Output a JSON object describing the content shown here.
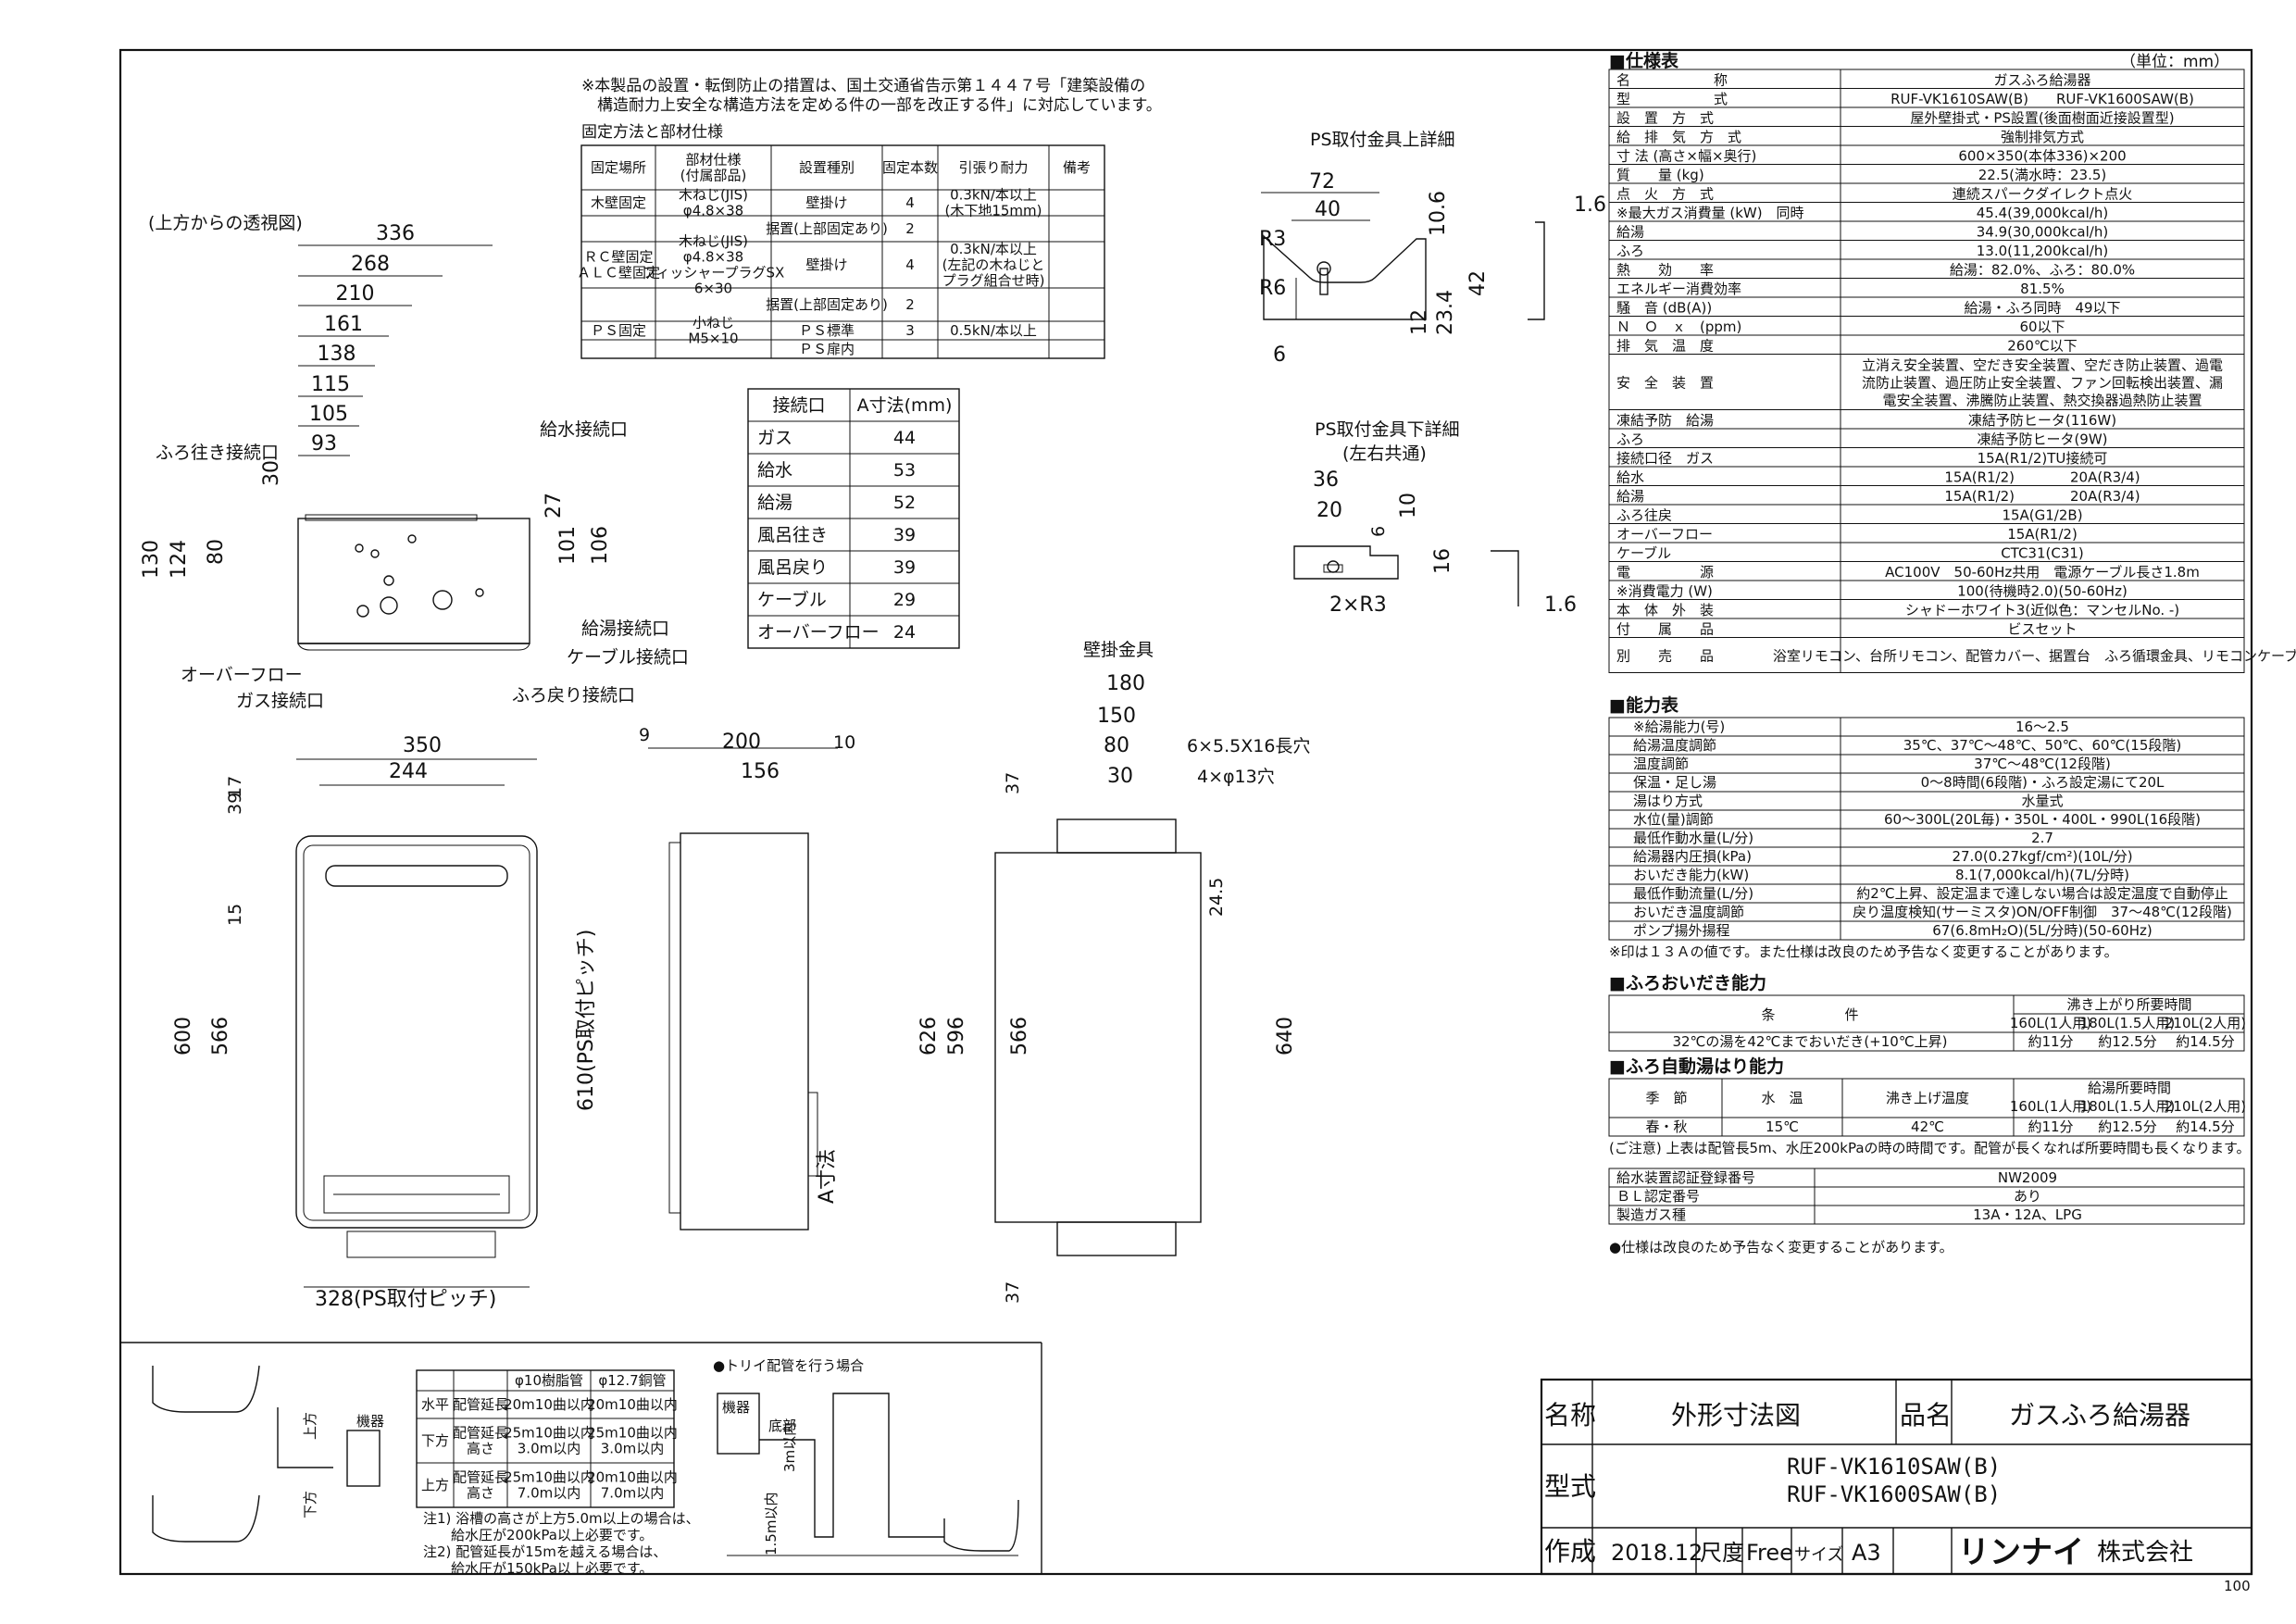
{
  "notice": {
    "line1": "※本製品の設置・転倒防止の措置は、国土交通省告示第１４４７号「建築設備の",
    "line2": "構造耐力上安全な構造方法を定める件の一部を改正する件」に対応しています。"
  },
  "fixing": {
    "title": "固定方法と部材仕様",
    "headers": [
      "固定場所",
      "部材仕様\n(付属部品)",
      "設置種別",
      "固定本数",
      "引張り耐力",
      "備考"
    ],
    "rows": [
      [
        "木壁固定",
        "木ねじ(JIS)\nφ4.8×38",
        "壁掛け",
        "4",
        "0.3kN/本以上\n(木下地15mm)",
        ""
      ],
      [
        "",
        "",
        "据置(上部固定あり)",
        "2",
        "",
        ""
      ],
      [
        "ＲＣ壁固定\nＡＬＣ壁固定",
        "木ねじ(JIS)\nφ4.8×38\nフィッシャープラグSX\n6×30",
        "壁掛け",
        "4",
        "0.3kN/本以上\n(左記の木ねじと\nプラグ組合せ時)",
        ""
      ],
      [
        "",
        "",
        "据置(上部固定あり)",
        "2",
        "",
        ""
      ],
      [
        "ＰＳ固定",
        "小ねじ\nM5×10",
        "ＰＳ標準",
        "3",
        "0.5kN/本以上",
        ""
      ],
      [
        "",
        "",
        "ＰＳ扉内",
        "",
        "",
        ""
      ]
    ]
  },
  "aTable": {
    "headers": [
      "接続口",
      "A寸法(mm)"
    ],
    "rows": [
      [
        "ガス",
        "44"
      ],
      [
        "給水",
        "53"
      ],
      [
        "給湯",
        "52"
      ],
      [
        "風呂往き",
        "39"
      ],
      [
        "風呂戻り",
        "39"
      ],
      [
        "ケーブル",
        "29"
      ],
      [
        "オーバーフロー",
        "24"
      ]
    ]
  },
  "topView": {
    "caption": "(上方からの透視図)",
    "dims": [
      "336",
      "268",
      "210",
      "161",
      "138",
      "115",
      "105",
      "93",
      "30",
      "27",
      "130",
      "124",
      "80",
      "101",
      "106"
    ],
    "labels": [
      "ふろ往き接続口",
      "給水接続口",
      "給湯接続口",
      "ケーブル接続口",
      "オーバーフロー",
      "ふろ戻り接続口",
      "ガス接続口"
    ]
  },
  "psTop": {
    "title": "PS取付金具上詳細",
    "dims": [
      "72",
      "40",
      "R3",
      "R6",
      "6",
      "10.6",
      "12",
      "23.4",
      "42",
      "1.6"
    ]
  },
  "psBottom": {
    "title": "PS取付金具下詳細",
    "subtitle": "(左右共通)",
    "dims": [
      "36",
      "20",
      "2×R3",
      "6",
      "10",
      "16",
      "1.6"
    ]
  },
  "front": {
    "dims": [
      "350",
      "244",
      "17",
      "39",
      "15",
      "600",
      "566",
      "610(PS取付ピッチ)",
      "328(PS取付ピッチ)"
    ]
  },
  "side": {
    "dims": [
      "9",
      "200",
      "10",
      "156",
      "A寸法"
    ]
  },
  "bracket": {
    "title": "壁掛金具",
    "dims": [
      "180",
      "150",
      "80",
      "30",
      "6×5.5X16長穴",
      "4×φ13穴",
      "37",
      "24.5",
      "626",
      "596",
      "566",
      "640",
      "37"
    ]
  },
  "spec": {
    "title": "■仕様表",
    "unit": "（単位：mm）",
    "rows": [
      [
        "名　　　　　　称",
        "ガスふろ給湯器"
      ],
      [
        "型　　　　　　式",
        "RUF-VK1610SAW(B)　　RUF-VK1600SAW(B)"
      ],
      [
        "設　置　方　式",
        "屋外壁掛式・PS設置(後面樹面近接設置型)"
      ],
      [
        "給　排　気　方　式",
        "強制排気方式"
      ],
      [
        "寸 法 (高さ×幅×奥行)",
        "600×350(本体336)×200"
      ],
      [
        "質　　量 (kg)",
        "22.5(満水時：23.5)"
      ],
      [
        "点　火　方　式",
        "連続スパークダイレクト点火"
      ],
      [
        "※最大ガス消費量 (kW)　同時",
        "45.4(39,000kcal/h)"
      ],
      [
        "給湯",
        "34.9(30,000kcal/h)"
      ],
      [
        "ふろ",
        "13.0(11,200kcal/h)"
      ],
      [
        "熱　　効　　率",
        "給湯：82.0%、ふろ：80.0%"
      ],
      [
        "エネルギー消費効率",
        "81.5%"
      ],
      [
        "騒　音 (dB(A))",
        "給湯・ふろ同時　49以下"
      ],
      [
        "Ｎ　Ｏ　ｘ　(ppm)",
        "60以下"
      ],
      [
        "排　気　温　度",
        "260℃以下"
      ],
      [
        "安　全　装　置",
        "立消え安全装置、空だき安全装置、空だき防止装置、過電流防止装置、過圧防止安全装置、ファン回転検出装置、漏電安全装置、沸騰防止装置、熱交換器過熱防止装置"
      ],
      [
        "凍結予防　給湯",
        "凍結予防ヒータ(116W)"
      ],
      [
        "ふろ",
        "凍結予防ヒータ(9W)"
      ],
      [
        "接続口径　ガス",
        "15A(R1/2)TU接続可"
      ],
      [
        "給水",
        "15A(R1/2)　　　　20A(R3/4)"
      ],
      [
        "給湯",
        "15A(R1/2)　　　　20A(R3/4)"
      ],
      [
        "ふろ往戻",
        "15A(G1/2B)"
      ],
      [
        "オーバーフロー",
        "15A(R1/2)"
      ],
      [
        "ケーブル",
        "CTC31(C31)"
      ],
      [
        "電　　　　　源",
        "AC100V　50-60Hz共用　電源ケーブル長さ1.8m"
      ],
      [
        "※消費電力 (W)",
        "100(待機時2.0)(50-60Hz)"
      ],
      [
        "本　体　外　装",
        "シャドーホワイト3(近似色：マンセルNo. -)"
      ],
      [
        "付　　属　　品",
        "ビスセット"
      ],
      [
        "別　　売　　品",
        "浴室リモコン、台所リモコン、配管カバー、据置台　ふろ循環金具、リモコンケーブル"
      ]
    ]
  },
  "ability": {
    "title": "■能力表",
    "rows": [
      [
        "※給湯能力(号)",
        "16～2.5"
      ],
      [
        "給湯温度調節",
        "35℃、37℃～48℃、50℃、60℃(15段階)"
      ],
      [
        "温度調節",
        "37℃～48℃(12段階)"
      ],
      [
        "保温・足し湯",
        "0～8時間(6段階)・ふろ設定湯にて20L"
      ],
      [
        "湯はり方式",
        "水量式"
      ],
      [
        "水位(量)調節",
        "60～300L(20L毎)・350L・400L・990L(16段階)"
      ],
      [
        "最低作動水量(L/分)",
        "2.7"
      ],
      [
        "給湯器内圧損(kPa)",
        "27.0(0.27kgf/cm²)(10L/分)"
      ],
      [
        "おいだき能力(kW)",
        "8.1(7,000kcal/h)(7L/分時)"
      ],
      [
        "最低作動流量(L/分)",
        "約2℃上昇、設定温まで達しない場合は設定温度で自動停止"
      ],
      [
        "おいだき温度調節",
        "戻り温度検知(サーミスタ)ON/OFF制御　37～48℃(12段階)"
      ],
      [
        "ポンプ揚外揚程",
        "67(6.8mH₂O)(5L/分時)(50-60Hz)"
      ]
    ],
    "note": "※印は１３Ａの値です。また仕様は改良のため予告なく変更することがあります。"
  },
  "reheat": {
    "title": "■ふろおいだき能力",
    "cond": "条　　　　　件",
    "timeHeader": "沸き上がり所要時間",
    "cols": [
      "160L(1人用)",
      "180L(1.5人用)",
      "210L(2人用)"
    ],
    "row": [
      "32℃の湯を42℃までおいだき(+10℃上昇)",
      "約11分",
      "約12.5分",
      "約14.5分"
    ]
  },
  "autofill": {
    "title": "■ふろ自動湯はり能力",
    "headers": [
      "季　節",
      "水　温",
      "沸き上げ温度",
      "給湯所要時間"
    ],
    "cols": [
      "160L(1人用)",
      "180L(1.5人用)",
      "210L(2人用)"
    ],
    "row": [
      "春・秋",
      "15℃",
      "42℃",
      "約11分",
      "約12.5分",
      "約14.5分"
    ],
    "note": "(ご注意) 上表は配管長5m、水圧200kPaの時の時間です。配管が長くなれば所要時間も長くなります。"
  },
  "cert": {
    "rows": [
      [
        "給水装置認証登録番号",
        "NW2009"
      ],
      [
        "ＢＬ認定番号",
        "あり"
      ],
      [
        "製造ガス種",
        "13A・12A、LPG"
      ]
    ],
    "note": "●仕様は改良のため予告なく変更することがあります。"
  },
  "piping": {
    "headers": [
      "",
      "",
      "φ10樹脂管",
      "φ12.7銅管"
    ],
    "rows": [
      [
        "水平",
        "配管延長",
        "20m10曲以内",
        "20m10曲以内"
      ],
      [
        "下方",
        "配管延長\n高さ",
        "25m10曲以内\n3.0m以内",
        "25m10曲以内\n3.0m以内"
      ],
      [
        "上方",
        "配管延長\n高さ",
        "25m10曲以内\n7.0m以内",
        "20m10曲以内\n7.0m以内"
      ]
    ],
    "notes": [
      "注1) 浴槽の高さが上方5.0m以上の場合は、",
      "　　給水圧が200kPa以上必要です。",
      "注2) 配管延長が15mを越える場合は、",
      "　　給水圧が150kPa以上必要です。"
    ],
    "trapTitle": "●トリイ配管を行う場合",
    "labels": [
      "上方",
      "下方",
      "機器",
      "底部",
      "3m以内",
      "1.5m以内",
      "機器"
    ]
  },
  "titleBlock": {
    "nameLabel": "名称",
    "name": "外形寸法図",
    "productLabel": "品名",
    "product": "ガスふろ給湯器",
    "modelLabel": "型式",
    "model1": "RUF-VK1610SAW(B)",
    "model2": "RUF-VK1600SAW(B)",
    "madeLabel": "作成",
    "made": "2018.12",
    "scaleLabel": "尺度",
    "scale": "Free",
    "sizeLabel": "サイズ",
    "size": "A3",
    "company": "リンナイ",
    "companySuffix": "株式会社"
  },
  "pageNum": "100"
}
